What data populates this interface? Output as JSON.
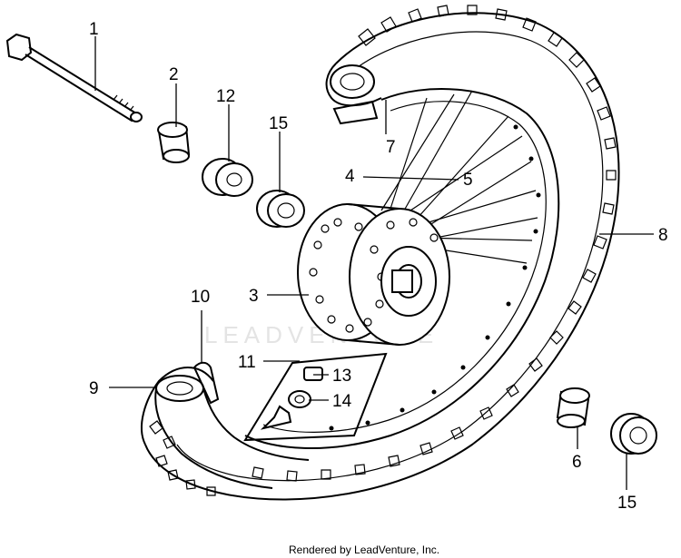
{
  "watermark": "LEADVENTURE",
  "credit": "Rendered by LeadVenture, Inc.",
  "callouts": {
    "c1": "1",
    "c2": "2",
    "c3": "3",
    "c4": "4",
    "c5": "5",
    "c6": "6",
    "c7": "7",
    "c8": "8",
    "c9": "9",
    "c10": "10",
    "c11": "11",
    "c12": "12",
    "c13": "13",
    "c14": "14",
    "c15a": "15",
    "c15b": "15"
  }
}
